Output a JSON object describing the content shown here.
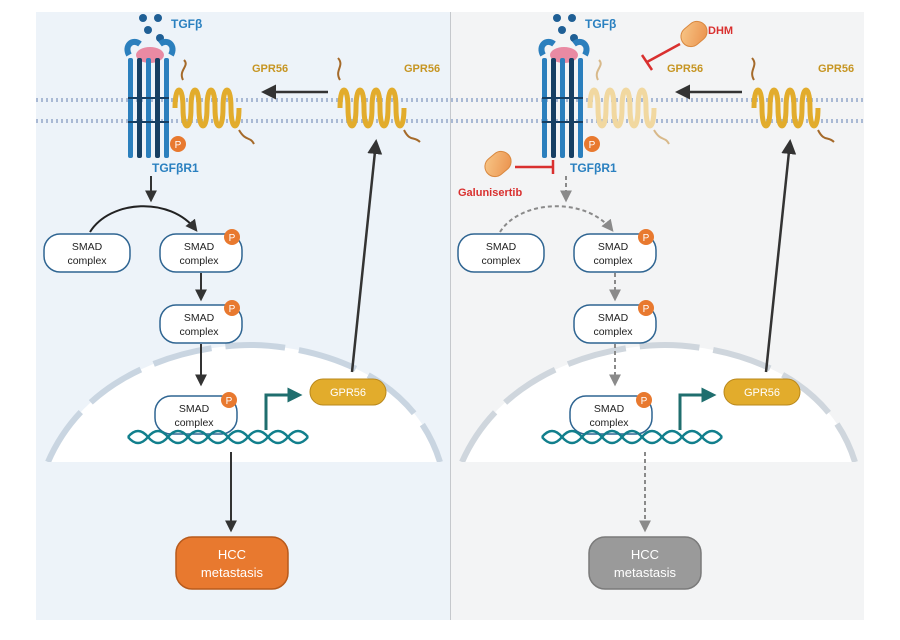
{
  "panels": {
    "left": {
      "ligand": "TGFβ",
      "receptor": "TGFβR1",
      "gpr56_membrane": "GPR56",
      "gpr56_new": "GPR56",
      "phospho": "P",
      "smad_free": [
        "SMAD",
        "complex"
      ],
      "smad_p1": [
        "SMAD",
        "complex"
      ],
      "smad_p2": [
        "SMAD",
        "complex"
      ],
      "smad_nuc": [
        "SMAD",
        "complex"
      ],
      "gene_product": "GPR56",
      "outcome": [
        "HCC",
        "metastasis"
      ]
    },
    "right": {
      "ligand": "TGFβ",
      "receptor": "TGFβR1",
      "gpr56_membrane": "GPR56",
      "gpr56_new": "GPR56",
      "phospho": "P",
      "smad_free": [
        "SMAD",
        "complex"
      ],
      "smad_p1": [
        "SMAD",
        "complex"
      ],
      "smad_p2": [
        "SMAD",
        "complex"
      ],
      "smad_nuc": [
        "SMAD",
        "complex"
      ],
      "gene_product": "GPR56",
      "outcome": [
        "HCC",
        "metastasis"
      ],
      "inhibitor_1": "DHM",
      "inhibitor_2": "Galunisertib"
    }
  },
  "colors": {
    "panel_left_bg": "#edf3f9",
    "panel_right_bg": "#f3f4f5",
    "membrane": "#a9b9d4",
    "receptor_blue": "#2b7fbd",
    "receptor_dark": "#163f63",
    "gpr56": "#e2ac2c",
    "gpr56_faded": "#f1d8a0",
    "phospho": "#e8792f",
    "smad_border": "#2f6592",
    "outcome_active": "#e8792f",
    "outcome_inactive": "#9a9a9a",
    "inhibitor_red": "#d9302f",
    "dna": "#127f8c",
    "label_blue": "#2a80c0",
    "label_gold": "#c69522"
  }
}
